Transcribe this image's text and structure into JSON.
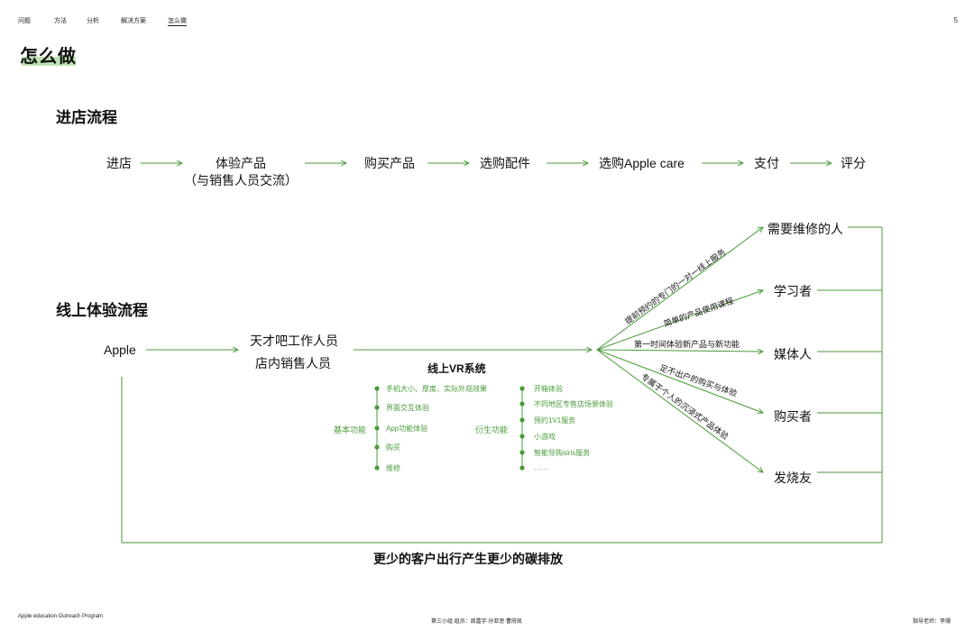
{
  "nav": {
    "items": [
      "问题",
      "方法",
      "分析",
      "解决方案",
      "怎么做"
    ],
    "active_index": 4
  },
  "page_number": "5",
  "page_title": "怎么做",
  "store_flow": {
    "title": "进店流程",
    "steps": [
      "进店",
      "体验产品\n（与销售人员交流）",
      "购买产品",
      "选购配件",
      "选购Apple care",
      "支付",
      "评分"
    ]
  },
  "online_flow": {
    "title": "线上体验流程",
    "start": "Apple",
    "staff": [
      "天才吧工作人员",
      "店内销售人员"
    ],
    "vr_system": {
      "title": "线上VR系统",
      "basic_label": "基本功能",
      "basic_items": [
        "手机大小、厚度、实际外观效果",
        "界面交互体验",
        "App功能体验",
        "购买",
        "维修"
      ],
      "derived_label": "衍生功能",
      "derived_items": [
        "开箱体验",
        "不同地区专售店场景体验",
        "预约1V1服务",
        "小游戏",
        "智能导购siris服务",
        "……"
      ]
    },
    "branches": [
      "提前预约的专门的一对一线上服务",
      "简单的产品使用课程",
      "第一时间体验新产品与新功能",
      "足不出户的购买与体验",
      "专属于个人的沉浸式产品体验"
    ],
    "personas": [
      "需要维修的人",
      "学习者",
      "媒体人",
      "购买者",
      "发烧友"
    ],
    "bottom_text": "更少的客户出行产生更少的碳排放"
  },
  "footer": {
    "left": "Apple education Outreach Program",
    "center": "第三小组   组员：周嘉宇  孙亚思  曹府凯",
    "right": "指导老师：李珊"
  },
  "colors": {
    "accent_green": "#4a9a3a",
    "title_highlight": "#bfe3b4",
    "text": "#111111"
  }
}
